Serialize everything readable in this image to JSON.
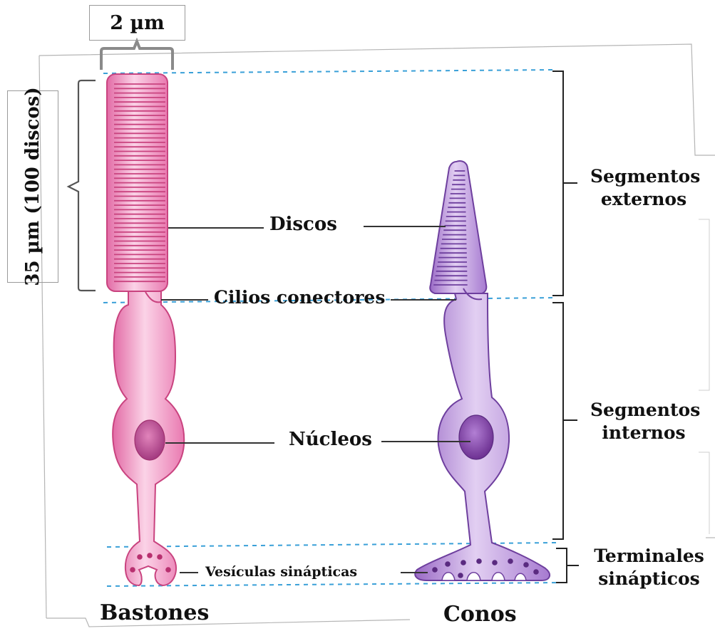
{
  "measures": {
    "width": "2 µm",
    "length": "35 µm (100 discos)"
  },
  "labels": {
    "discos": "Discos",
    "cilios": "Cilios conectores",
    "nucleos": "Núcleos",
    "vesiculas": "Vesículas sinápticas"
  },
  "segments": {
    "externos_1": "Segmentos",
    "externos_2": "externos",
    "internos_1": "Segmentos",
    "internos_2": "internos",
    "terminales_1": "Terminales",
    "terminales_2": "sinápticos"
  },
  "cells": {
    "rod": "Bastones",
    "cone": "Conos"
  },
  "colors": {
    "rod_fill": "#f287b9",
    "rod_stroke": "#c9437f",
    "cone_fill": "#b48ad6",
    "cone_stroke": "#6e3f9e",
    "nucleus_rod": "#b8478f",
    "nucleus_cone": "#7d3f9e",
    "dashed_line": "#3aa0d8"
  }
}
